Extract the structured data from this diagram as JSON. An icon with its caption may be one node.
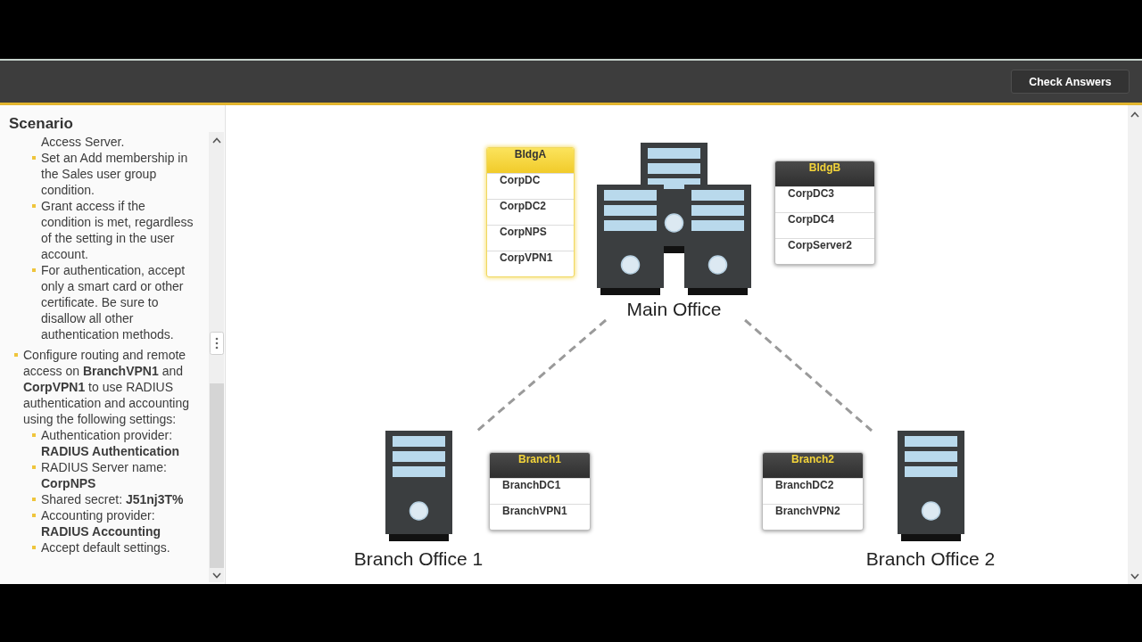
{
  "diagram": {
    "nodes": [
      {
        "text": [
          "BldgA"
        ]
      },
      {
        "text": [
          "CorpDC"
        ],
        "in": 0
      },
      {
        "text": [
          "CorpDC2"
        ],
        "in": 0
      },
      {
        "text": [
          "CorpNPS"
        ],
        "in": 0
      },
      {
        "text": [
          "CorpVPN1"
        ],
        "in": 0
      },
      {
        "text": [
          "Main Office"
        ]
      },
      {
        "text": [
          "BldgB"
        ]
      },
      {
        "text": [
          "CorpDC3"
        ],
        "in": 6
      },
      {
        "text": [
          "CorpDC4"
        ],
        "in": 6
      },
      {
        "text": [
          "CorpServer2"
        ],
        "in": 6
      },
      {
        "text": [
          "Branch Office 1"
        ]
      },
      {
        "text": [
          "Branch1"
        ]
      },
      {
        "text": [
          "BranchDC1"
        ],
        "in": 11
      },
      {
        "text": [
          "BranchVPN1"
        ],
        "in": 11
      },
      {
        "text": [
          "Branch2"
        ]
      },
      {
        "text": [
          "BranchDC2"
        ],
        "in": 14
      },
      {
        "text": [
          "BranchVPN2"
        ],
        "in": 14
      },
      {
        "text": [
          "Branch Office 2"
        ]
      }
    ],
    "edges": [
      {
        "from": 5,
        "to": 10,
        "arrow": "none",
        "style": "dashed"
      },
      {
        "from": 5,
        "to": 17,
        "arrow": "none",
        "style": "dashed"
      }
    ],
    "labels": [
      "Check Answers",
      "Scenario",
      "Access Server.",
      "Set an Add membership in the Sales user group condition.",
      "Grant access if the condition is met, regardless of the setting in the user account.",
      "For authentication, accept only a smart card or other certificate. Be sure to disallow all other authentication methods.",
      "Configure routing and remote access on **BranchVPN1** and **CorpVPN1** to use RADIUS authentication and accounting using the following settings:",
      "Authentication provider: **RADIUS Authentication**",
      "RADIUS Server name: **CorpNPS**",
      "Shared secret: **J51nj3T%**",
      "Accounting provider: **RADIUS Accounting**",
      "Accept default settings."
    ]
  }
}
